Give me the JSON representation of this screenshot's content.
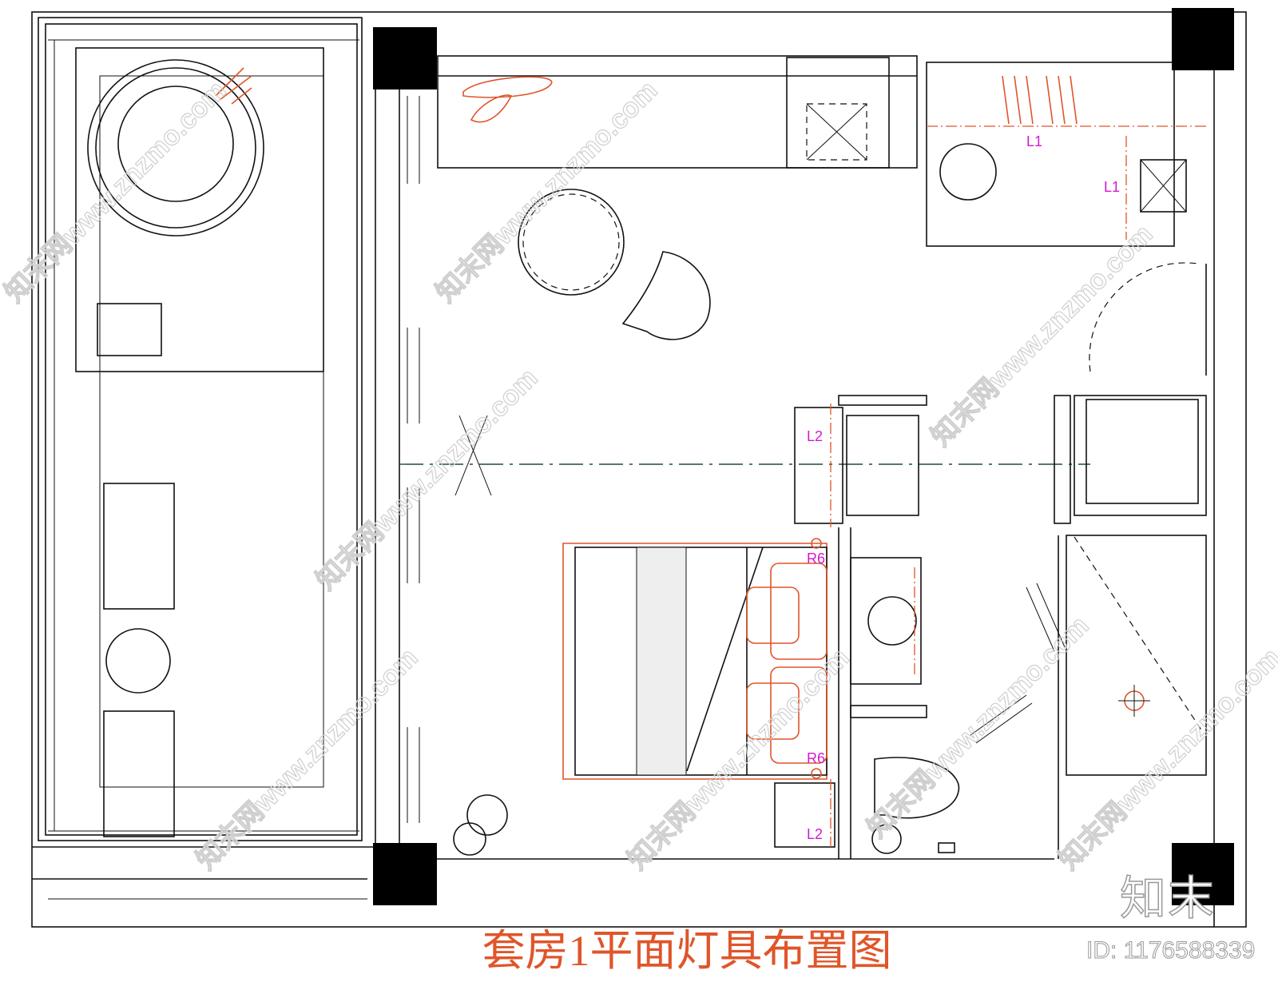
{
  "drawing": {
    "title": "套房1平面灯具布置图",
    "id_label": "ID: 1176588339",
    "logo_text": "知末",
    "watermark": "知末网www.znzmo.com"
  },
  "labels": {
    "l1_wardrobe": "L1",
    "l1_side": "L1",
    "l2_top": "L2",
    "l2_bottom": "L2",
    "r6_top": "R6",
    "r6_bottom": "R6"
  },
  "colors": {
    "lines": "#111111",
    "lighting_symbols": "#e0552a",
    "label_text": "#d21ad2",
    "title": "#e0552a",
    "axis_line": "#1f4a45"
  }
}
